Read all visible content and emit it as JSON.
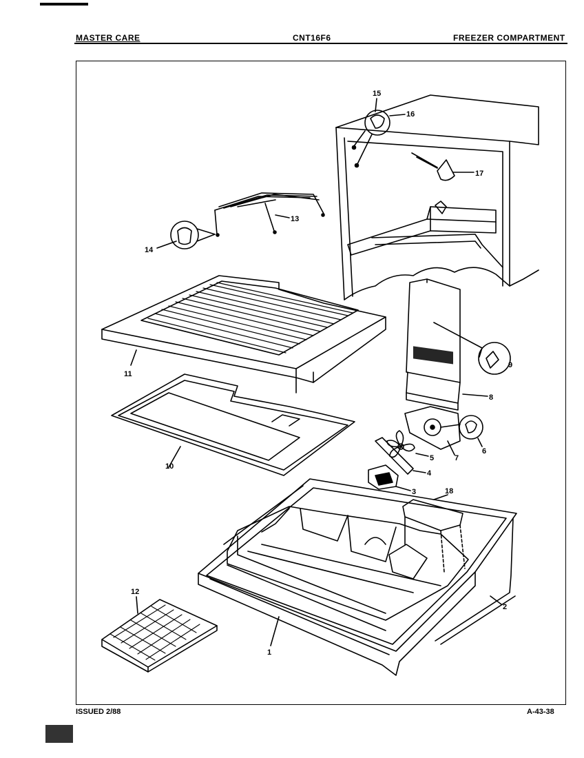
{
  "header": {
    "left": "MASTER CARE",
    "center": "CNT16F6",
    "right": "FREEZER COMPARTMENT"
  },
  "footer": {
    "left": "ISSUED 2/88",
    "right": "A-43-38"
  },
  "callouts": [
    {
      "id": "c1",
      "label": "1"
    },
    {
      "id": "c2",
      "label": "2"
    },
    {
      "id": "c3",
      "label": "3"
    },
    {
      "id": "c4",
      "label": "4"
    },
    {
      "id": "c5",
      "label": "5"
    },
    {
      "id": "c6",
      "label": "6"
    },
    {
      "id": "c7",
      "label": "7"
    },
    {
      "id": "c8",
      "label": "8"
    },
    {
      "id": "c9",
      "label": "9"
    },
    {
      "id": "c10",
      "label": "10"
    },
    {
      "id": "c11",
      "label": "11"
    },
    {
      "id": "c12",
      "label": "12"
    },
    {
      "id": "c13",
      "label": "13"
    },
    {
      "id": "c14",
      "label": "14"
    },
    {
      "id": "c15",
      "label": "15"
    },
    {
      "id": "c16",
      "label": "16"
    },
    {
      "id": "c17",
      "label": "17"
    },
    {
      "id": "c18",
      "label": "18"
    }
  ]
}
